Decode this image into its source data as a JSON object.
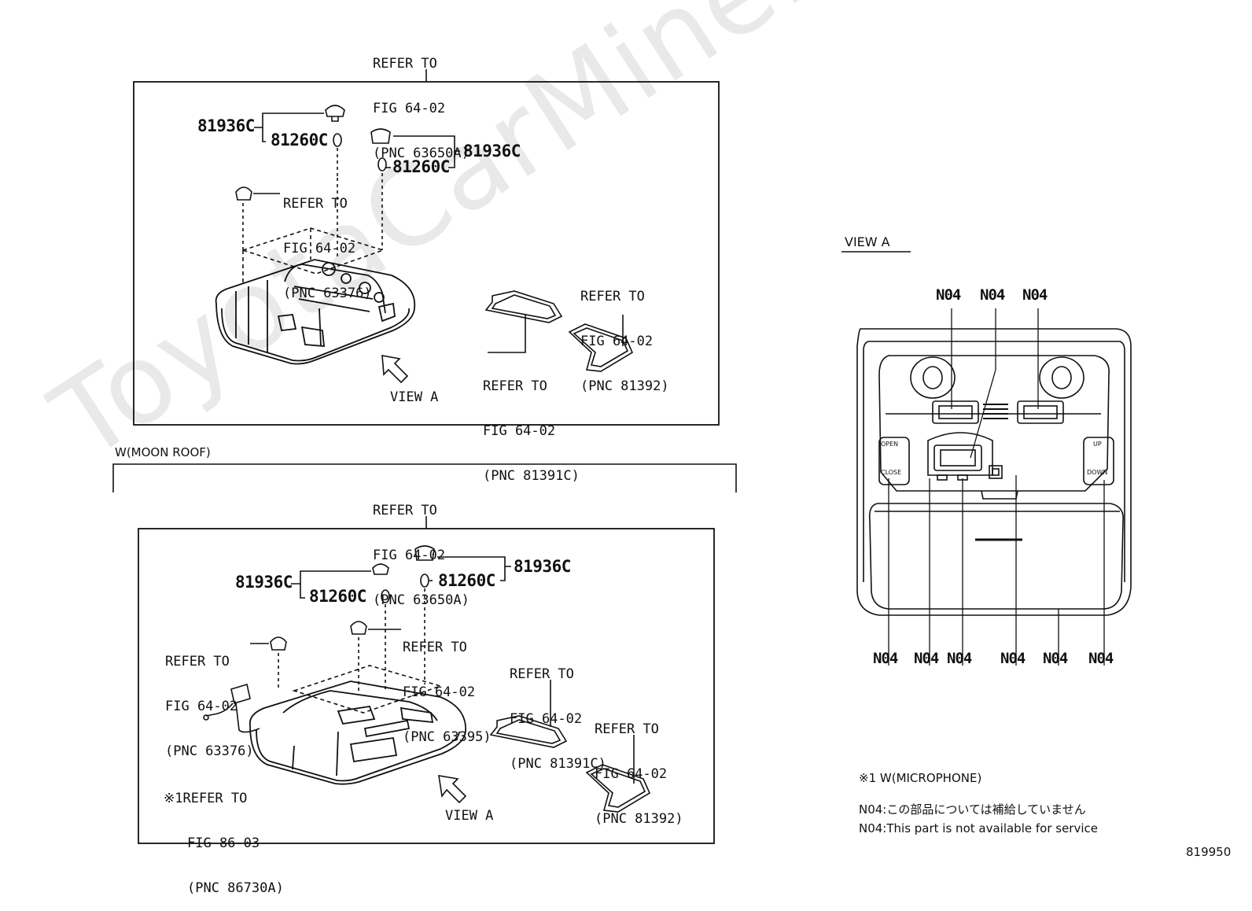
{
  "watermark": "ToyotaCarMine.ru",
  "figure_number": "819950",
  "top_panel": {
    "refer_header": [
      "REFER TO",
      "FIG 64-02",
      "(PNC 63650A)"
    ],
    "part_81936c_left": "81936C",
    "part_81260c_left": "81260C",
    "part_81936c_right": "81936C",
    "part_81260c_right": "81260C",
    "refer_63376": [
      "REFER TO",
      "FIG 64-02",
      "(PNC 63376)"
    ],
    "refer_81392": [
      "REFER TO",
      "FIG 64-02",
      "(PNC 81392)"
    ],
    "refer_81391c": [
      "REFER TO",
      "FIG 64-02",
      "(PNC 81391C)"
    ],
    "view_a": "VIEW A"
  },
  "bottom_panel": {
    "group_title": "W(MOON ROOF)",
    "refer_header": [
      "REFER TO",
      "FIG 64-02",
      "(PNC 63650A)"
    ],
    "part_81936c_left": "81936C",
    "part_81260c_left": "81260C",
    "part_81936c_right": "81936C",
    "part_81260c_right": "81260C",
    "refer_63395": [
      "REFER TO",
      "FIG 64-02",
      "(PNC 63395)"
    ],
    "refer_63376": [
      "REFER TO",
      "FIG 64-02",
      "(PNC 63376)"
    ],
    "refer_81391c": [
      "REFER TO",
      "FIG 64-02",
      "(PNC 81391C)"
    ],
    "refer_81392": [
      "REFER TO",
      "FIG 64-02",
      "(PNC 81392)"
    ],
    "refer_86730a": [
      "※1REFER TO",
      "FIG 86-03",
      "(PNC 86730A)"
    ],
    "view_a": "VIEW A"
  },
  "view_a_panel": {
    "title": "VIEW A",
    "top_labels": [
      "N04",
      "N04",
      "N04"
    ],
    "bottom_labels": [
      "N04",
      "N04",
      "N04",
      "N04",
      "N04",
      "N04"
    ],
    "btn_open": "OPEN",
    "btn_close": "CLOSE",
    "btn_up": "UP",
    "btn_down": "DOWN"
  },
  "notes": {
    "microphone": "※1 W(MICROPHONE)",
    "n04_ja": "N04:この部品については補給していません",
    "n04_en": "N04:This part is not available for service"
  }
}
